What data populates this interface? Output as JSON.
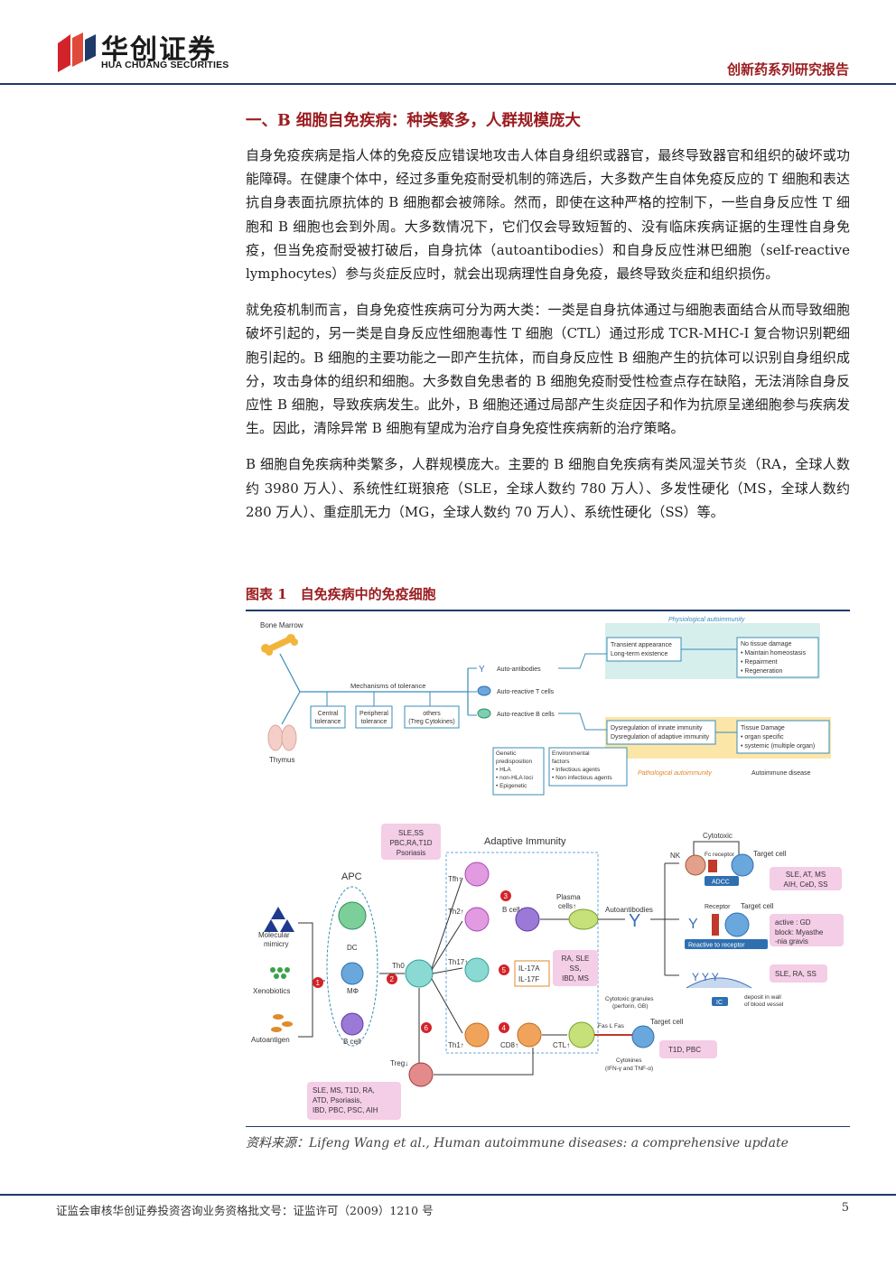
{
  "header": {
    "company_cn": "华创证券",
    "company_en": "HUA CHUANG SECURITIES",
    "report_type": "创新药系列研究报告"
  },
  "section": {
    "title": "一、B 细胞自免疾病：种类繁多，人群规模庞大",
    "paragraphs": [
      "自身免疫疾病是指人体的免疫反应错误地攻击人体自身组织或器官，最终导致器官和组织的破坏或功能障碍。在健康个体中，经过多重免疫耐受机制的筛选后，大多数产生自体免疫反应的 T 细胞和表达抗自身表面抗原抗体的 B 细胞都会被筛除。然而，即使在这种严格的控制下，一些自身反应性 T 细胞和 B 细胞也会到外周。大多数情况下，它们仅会导致短暂的、没有临床疾病证据的生理性自身免疫，但当免疫耐受被打破后，自身抗体（autoantibodies）和自身反应性淋巴细胞（self-reactive lymphocytes）参与炎症反应时，就会出现病理性自身免疫，最终导致炎症和组织损伤。",
      "就免疫机制而言，自身免疫性疾病可分为两大类：一类是自身抗体通过与细胞表面结合从而导致细胞破坏引起的，另一类是自身反应性细胞毒性 T 细胞（CTL）通过形成 TCR-MHC-I 复合物识别靶细胞引起的。B 细胞的主要功能之一即产生抗体，而自身反应性 B 细胞产生的抗体可以识别自身组织成分，攻击身体的组织和细胞。大多数自免患者的 B 细胞免疫耐受性检查点存在缺陷，无法消除自身反应性 B 细胞，导致疾病发生。此外，B 细胞还通过局部产生炎症因子和作为抗原呈递细胞参与疾病发生。因此，清除异常 B 细胞有望成为治疗自身免疫性疾病新的治疗策略。",
      "B 细胞自免疾病种类繁多，人群规模庞大。主要的 B 细胞自免疾病有类风湿关节炎（RA，全球人数约 3980 万人）、系统性红斑狼疮（SLE，全球人数约 780 万人）、多发性硬化（MS，全球人数约 280 万人）、重症肌无力（MG，全球人数约 70 万人）、系统性硬化（SS）等。"
    ]
  },
  "figure": {
    "title": "图表 1　自免疾病中的免疫细胞",
    "top": {
      "bone_marrow": "Bone Marrow",
      "thymus": "Thymus",
      "physiological": "Physiological autoimmunity",
      "mechanisms": "Mechanisms of tolerance",
      "central": [
        "Central",
        "tolerance"
      ],
      "peripheral": [
        "Peripheral",
        "tolerance"
      ],
      "others": [
        "others",
        "(Treg Cytokines)"
      ],
      "auto_antibodies": "Auto-antibodies",
      "auto_t": "Auto-reactive T cells",
      "auto_b": "Auto-reactive B cells",
      "transient": [
        "Transient appearance",
        "Long-term existence"
      ],
      "no_damage": [
        "No tissue damage",
        "• Maintain homeostasis",
        "• Repairment",
        "• Regeneration"
      ],
      "dysregulation": [
        "Dysregulation of innate immunity",
        "Dysregulation of adaptive immunity"
      ],
      "tissue_damage": [
        "Tissue Damage",
        "• organ specific",
        "• systemic (multiple organ)"
      ],
      "genetic": [
        "Genetic",
        "predisposition",
        "• HLA",
        "• non-HLA loci",
        "• Epigenetic"
      ],
      "environmental": [
        "Environmental",
        "factors",
        "• Infectious agents",
        "• Non infectious agents"
      ],
      "pathological": "Pathological autoimmunity",
      "autoimmune_disease": "Autoimmune disease"
    },
    "bottom": {
      "apc": "APC",
      "dc": "DC",
      "mphi": "MΦ",
      "bcell": "B cell",
      "molecular_mimicry": [
        "Molecular",
        "mimicry"
      ],
      "xenobiotics": "Xenobiotics",
      "autoantigen": "Autoantigen",
      "th0": "Th0",
      "adaptive": "Adaptive Immunity",
      "disease_top": [
        "SLE,SS",
        "PBC,RA,T1D",
        "Psoriasis"
      ],
      "tfh": "Tfh↑",
      "th2": "Th2↑",
      "th17": "Th17↑",
      "th1": "Th1↑",
      "bcell_up": "B cell↑",
      "plasma": [
        "Plasma",
        "cells↑"
      ],
      "autoantibodies": "Autoantibodies",
      "il17a": "IL-17A",
      "il17f": "IL-17F",
      "th17_diseases": [
        "RA, SLE",
        "SS,",
        "IBD, MS"
      ],
      "cd8": "CD8↑",
      "ctl": "CTL↑",
      "treg": "Treg↓",
      "treg_diseases": [
        "SLE, MS, T1D, RA,",
        "ATD, Psoriasis,",
        "IBD, PBC, PSC, AIH"
      ],
      "cytotoxic": "Cytotoxic",
      "nk": "NK",
      "fc_receptor": "Fc receptor",
      "target_cell": "Target cell",
      "adcc": "ADCC",
      "adcc_diseases": [
        "SLE,  AT,  MS",
        "AIH,  CeD,  SS"
      ],
      "receptor": "Receptor",
      "reactive": "Reactive to receptor",
      "active": "active : GD",
      "block": [
        "block: Myasthe",
        "-nia gravis"
      ],
      "ic": "IC",
      "deposit": [
        "deposit in wall",
        "of blood vessel"
      ],
      "ic_diseases": "SLE, RA, SS",
      "granules": [
        "Cytotoxic granules",
        "(perforin, GB)"
      ],
      "fasl": "Fas L",
      "fas": "Fas",
      "cytokines": [
        "Cytokines",
        "(IFN-γ and TNF-α)"
      ],
      "ctl_diseases": "T1D, PBC",
      "numbers": [
        "1",
        "2",
        "3",
        "4",
        "5",
        "6"
      ]
    }
  },
  "source": "资料来源：Lifeng Wang et al., Human autoimmune diseases: a comprehensive update",
  "footer": {
    "disclaimer": "证监会审核华创证券投资咨询业务资格批文号：证监许可（2009）1210 号",
    "page": "5"
  },
  "colors": {
    "accent_red": "#9b1d20",
    "rule_blue": "#1f3a68",
    "teal_box": "#d6efec",
    "yellow_box": "#fbe6a8",
    "pink_box": "#f4cde6"
  }
}
